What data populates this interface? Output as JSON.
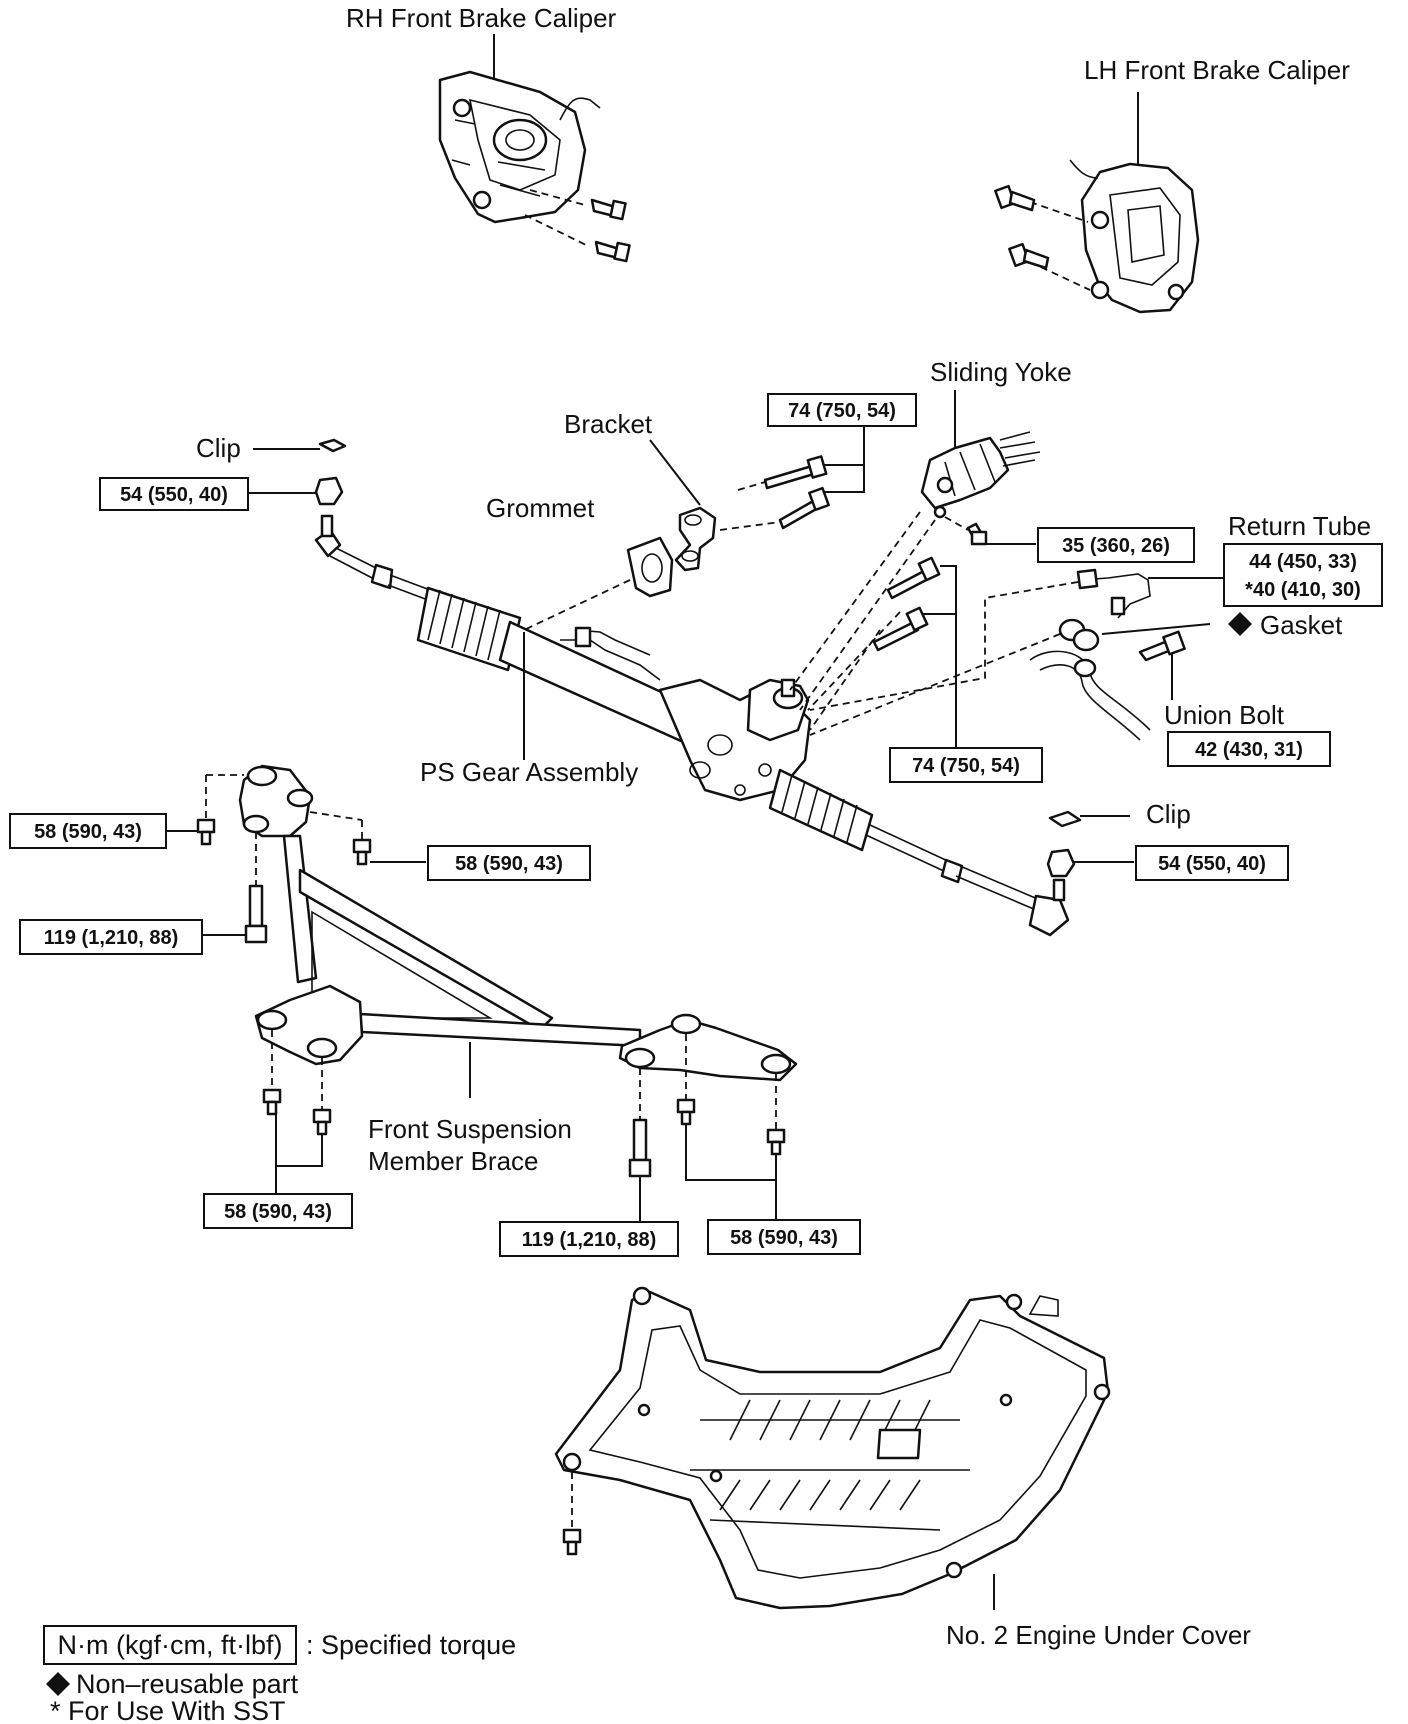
{
  "labels": {
    "rh_caliper": "RH Front Brake Caliper",
    "lh_caliper": "LH Front Brake Caliper",
    "sliding_yoke": "Sliding Yoke",
    "bracket": "Bracket",
    "clip_top": "Clip",
    "grommet": "Grommet",
    "return_tube": "Return Tube",
    "gasket": "Gasket",
    "union_bolt": "Union Bolt",
    "ps_gear": "PS Gear Assembly",
    "clip_right": "Clip",
    "brace_line1": "Front Suspension",
    "brace_line2": "Member Brace",
    "under_cover": "No. 2 Engine Under Cover"
  },
  "torques": {
    "bracket_bolts": "74 (750, 54)",
    "tie_rod_nut_left": "54 (550, 40)",
    "yoke_bolt": "35 (360, 26)",
    "return_tube_1": "44 (450, 33)",
    "return_tube_2": "*40 (410, 30)",
    "union_bolt": "42 (430, 31)",
    "gear_bolts": "74 (750, 54)",
    "tie_rod_nut_right": "54 (550, 40)",
    "brace_top_left": "58 (590, 43)",
    "brace_top_right": "58 (590, 43)",
    "brace_stud_left": "119 (1,210, 88)",
    "brace_bottom_left": "58 (590, 43)",
    "brace_stud_right": "119 (1,210, 88)",
    "brace_bottom_right": "58 (590, 43)"
  },
  "legend": {
    "torque_unit": "N·m (kgf·cm, ft·lbf)",
    "torque_desc": ": Specified torque",
    "nonreusable": "Non–reusable part",
    "sst": "* For Use With SST"
  }
}
